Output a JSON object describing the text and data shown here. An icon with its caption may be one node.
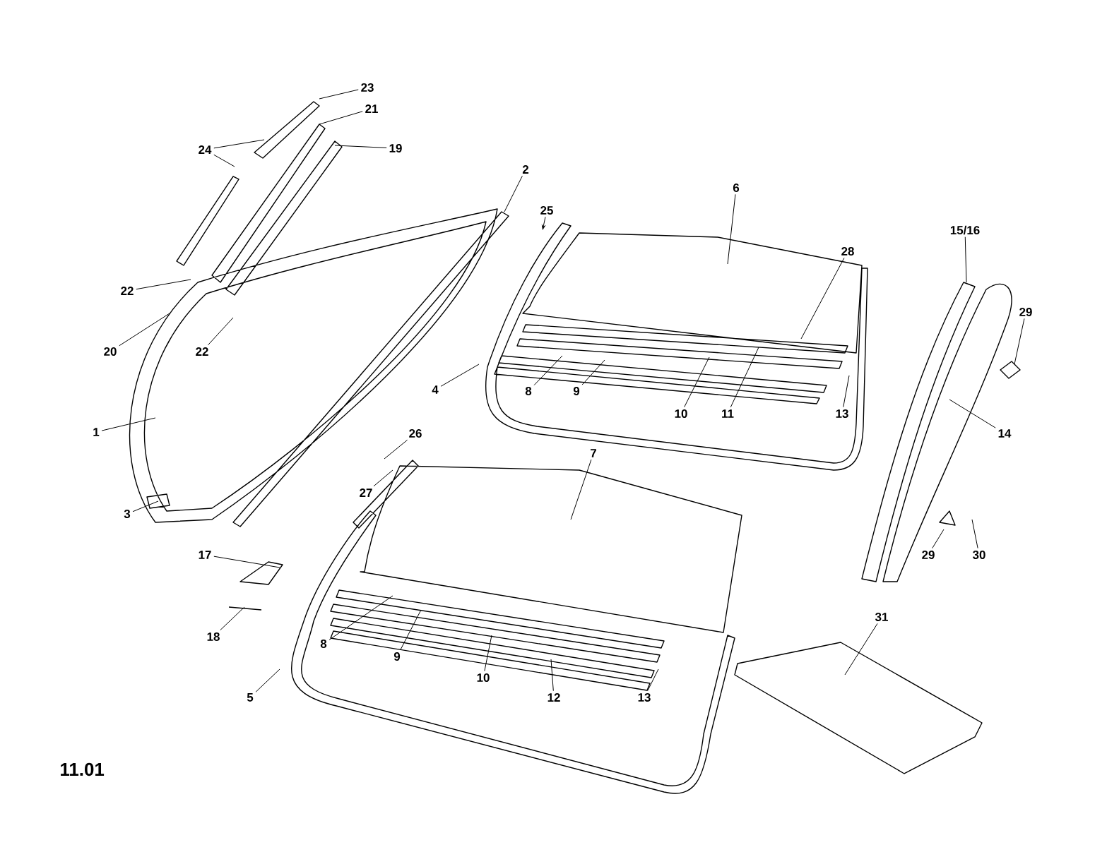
{
  "diagram": {
    "nodes": [
      {
        "text": [
          "23"
        ]
      },
      {
        "text": [
          "21"
        ]
      },
      {
        "text": [
          "24"
        ]
      },
      {
        "text": [
          "19"
        ]
      },
      {
        "text": [
          "2"
        ]
      },
      {
        "text": [
          "25"
        ]
      },
      {
        "text": [
          "6"
        ]
      },
      {
        "text": [
          "28"
        ]
      },
      {
        "text": [
          "15/16"
        ]
      },
      {
        "text": [
          "29"
        ]
      },
      {
        "text": [
          "22"
        ]
      },
      {
        "text": [
          "20"
        ]
      },
      {
        "text": [
          "22"
        ]
      },
      {
        "text": [
          "4"
        ]
      },
      {
        "text": [
          "8"
        ]
      },
      {
        "text": [
          "9"
        ]
      },
      {
        "text": [
          "10"
        ]
      },
      {
        "text": [
          "11"
        ]
      },
      {
        "text": [
          "13"
        ]
      },
      {
        "text": [
          "14"
        ]
      },
      {
        "text": [
          "1"
        ]
      },
      {
        "text": [
          "26"
        ]
      },
      {
        "text": [
          "27"
        ]
      },
      {
        "text": [
          "3"
        ]
      },
      {
        "text": [
          "7"
        ]
      },
      {
        "text": [
          "29"
        ]
      },
      {
        "text": [
          "30"
        ]
      },
      {
        "text": [
          "17"
        ]
      },
      {
        "text": [
          "18"
        ]
      },
      {
        "text": [
          "8"
        ]
      },
      {
        "text": [
          "9"
        ]
      },
      {
        "text": [
          "10"
        ]
      },
      {
        "text": [
          "12"
        ]
      },
      {
        "text": [
          "13"
        ]
      },
      {
        "text": [
          "5"
        ]
      },
      {
        "text": [
          "31"
        ]
      }
    ],
    "edges": [
      {
        "from": 0,
        "to": null,
        "arrow": "none"
      },
      {
        "from": 1,
        "to": null,
        "arrow": "none"
      },
      {
        "from": 2,
        "to": null,
        "arrow": "none"
      },
      {
        "from": 2,
        "to": null,
        "arrow": "none"
      },
      {
        "from": 3,
        "to": null,
        "arrow": "none"
      },
      {
        "from": 4,
        "to": null,
        "arrow": "none"
      },
      {
        "from": 5,
        "to": null,
        "arrow": "to"
      },
      {
        "from": 6,
        "to": null,
        "arrow": "none"
      },
      {
        "from": 7,
        "to": null,
        "arrow": "none"
      },
      {
        "from": 8,
        "to": null,
        "arrow": "none"
      },
      {
        "from": 9,
        "to": null,
        "arrow": "none"
      },
      {
        "from": 10,
        "to": null,
        "arrow": "none"
      },
      {
        "from": 11,
        "to": null,
        "arrow": "none"
      },
      {
        "from": 12,
        "to": null,
        "arrow": "none"
      },
      {
        "from": 13,
        "to": null,
        "arrow": "none"
      },
      {
        "from": 14,
        "to": null,
        "arrow": "none"
      },
      {
        "from": 15,
        "to": null,
        "arrow": "none"
      },
      {
        "from": 16,
        "to": null,
        "arrow": "none"
      },
      {
        "from": 17,
        "to": null,
        "arrow": "none"
      },
      {
        "from": 18,
        "to": null,
        "arrow": "none"
      },
      {
        "from": 19,
        "to": null,
        "arrow": "none"
      },
      {
        "from": 20,
        "to": null,
        "arrow": "none"
      },
      {
        "from": 21,
        "to": null,
        "arrow": "none"
      },
      {
        "from": 22,
        "to": null,
        "arrow": "none"
      },
      {
        "from": 23,
        "to": null,
        "arrow": "none"
      },
      {
        "from": 24,
        "to": null,
        "arrow": "none"
      },
      {
        "from": 25,
        "to": null,
        "arrow": "none"
      },
      {
        "from": 26,
        "to": null,
        "arrow": "none"
      },
      {
        "from": 27,
        "to": null,
        "arrow": "none"
      },
      {
        "from": 28,
        "to": null,
        "arrow": "none"
      },
      {
        "from": 29,
        "to": null,
        "arrow": "none"
      },
      {
        "from": 30,
        "to": null,
        "arrow": "none"
      },
      {
        "from": 31,
        "to": null,
        "arrow": "none"
      },
      {
        "from": 32,
        "to": null,
        "arrow": "none"
      },
      {
        "from": 33,
        "to": null,
        "arrow": "none"
      },
      {
        "from": 34,
        "to": null,
        "arrow": "none"
      },
      {
        "from": 35,
        "to": null,
        "arrow": "none"
      }
    ],
    "labels": [
      "11.01"
    ]
  }
}
